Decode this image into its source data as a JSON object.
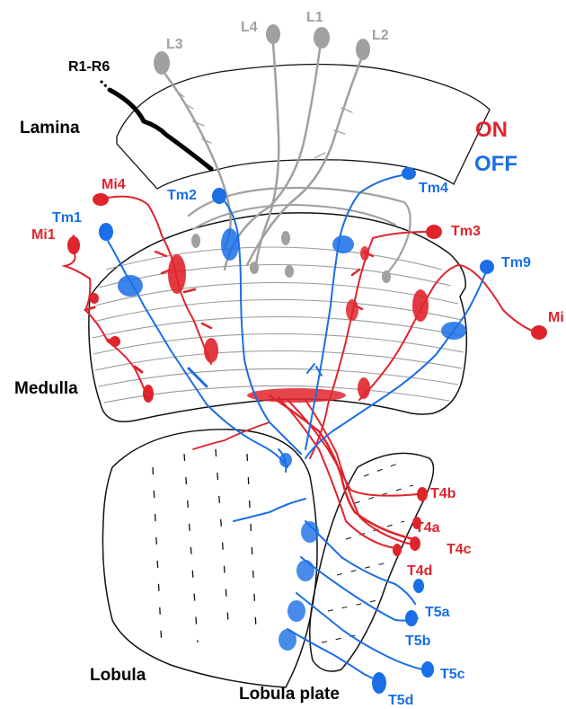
{
  "colors": {
    "on": "#e0242c",
    "off": "#1a6ee6",
    "lamina_cell": "#a0a0a0",
    "photoreceptor": "#000000",
    "outline": "#111111",
    "layer_lines": "#9a9a9a"
  },
  "legend": {
    "on": "ON",
    "off": "OFF"
  },
  "regions": {
    "lamina": "Lamina",
    "medulla": "Medulla",
    "lobula": "Lobula",
    "lobula_plate": "Lobula plate"
  },
  "photoreceptors": {
    "label": "R1-R6"
  },
  "lamina_cells": {
    "l1": "L1",
    "l2": "L2",
    "l3": "L3",
    "l4": "L4"
  },
  "on_cells": {
    "mi1": "Mi1",
    "mi4": "Mi4",
    "tm3": "Tm3",
    "mi9": "Mi",
    "t4a": "T4a",
    "t4b": "T4b",
    "t4c": "T4c",
    "t4d": "T4d"
  },
  "off_cells": {
    "tm1": "Tm1",
    "tm2": "Tm2",
    "tm4": "Tm4",
    "tm9": "Tm9",
    "t5a": "T5a",
    "t5b": "T5b",
    "t5c": "T5c",
    "t5d": "T5d"
  }
}
